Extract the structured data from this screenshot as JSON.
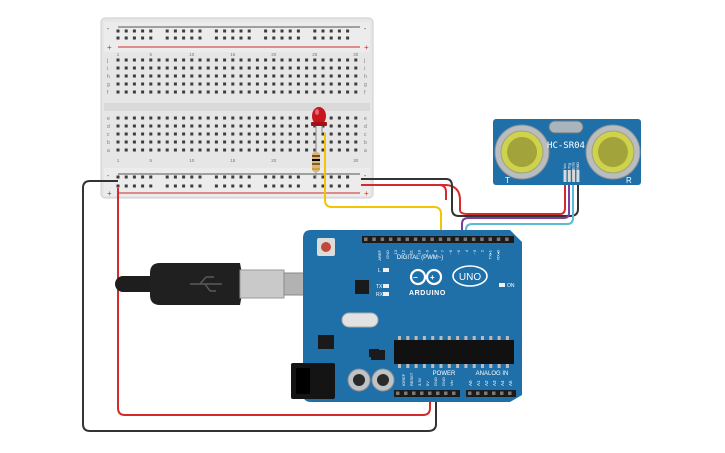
{
  "breadboard": {
    "col_numbers": [
      "1",
      "5",
      "10",
      "15",
      "20",
      "25",
      "30"
    ],
    "row_letters_top": [
      "j",
      "i",
      "h",
      "g",
      "f"
    ],
    "row_letters_bottom": [
      "e",
      "d",
      "c",
      "b",
      "a"
    ],
    "rail_plus": "+",
    "rail_minus": "-"
  },
  "sensor": {
    "title": "HC-SR04",
    "corner_left": "T",
    "corner_right": "R",
    "pins": [
      "Vcc",
      "Trig",
      "Echo",
      "GND"
    ]
  },
  "arduino": {
    "brand": "ARDUINO",
    "model": "UNO",
    "digital_label": "DIGITAL (PWM~)",
    "aref": "AREF",
    "gnd": "GND",
    "digital_pins": [
      "13",
      "12",
      "~11",
      "~10",
      "~9",
      "8",
      "7",
      "~6",
      "~5",
      "4",
      "~3",
      "2",
      "TX▸1",
      "RX◂0"
    ],
    "led_l": "L",
    "led_tx": "TX",
    "led_rx": "RX",
    "led_on": "ON",
    "power_label": "POWER",
    "analog_label": "ANALOG IN",
    "power_pins": [
      "IOREF",
      "RESET",
      "3.3V",
      "5V",
      "GND",
      "GND",
      "Vin"
    ],
    "analog_pins": [
      "A0",
      "A1",
      "A2",
      "A3",
      "A4",
      "A5"
    ]
  },
  "colors": {
    "board_blue": "#1f6fa8",
    "wire_red": "#d42a2a",
    "wire_black": "#333333",
    "wire_yellow": "#f2c500",
    "wire_purple": "#7b3fa0",
    "wire_cyan": "#5bbad5",
    "led_red": "#c8141e"
  }
}
